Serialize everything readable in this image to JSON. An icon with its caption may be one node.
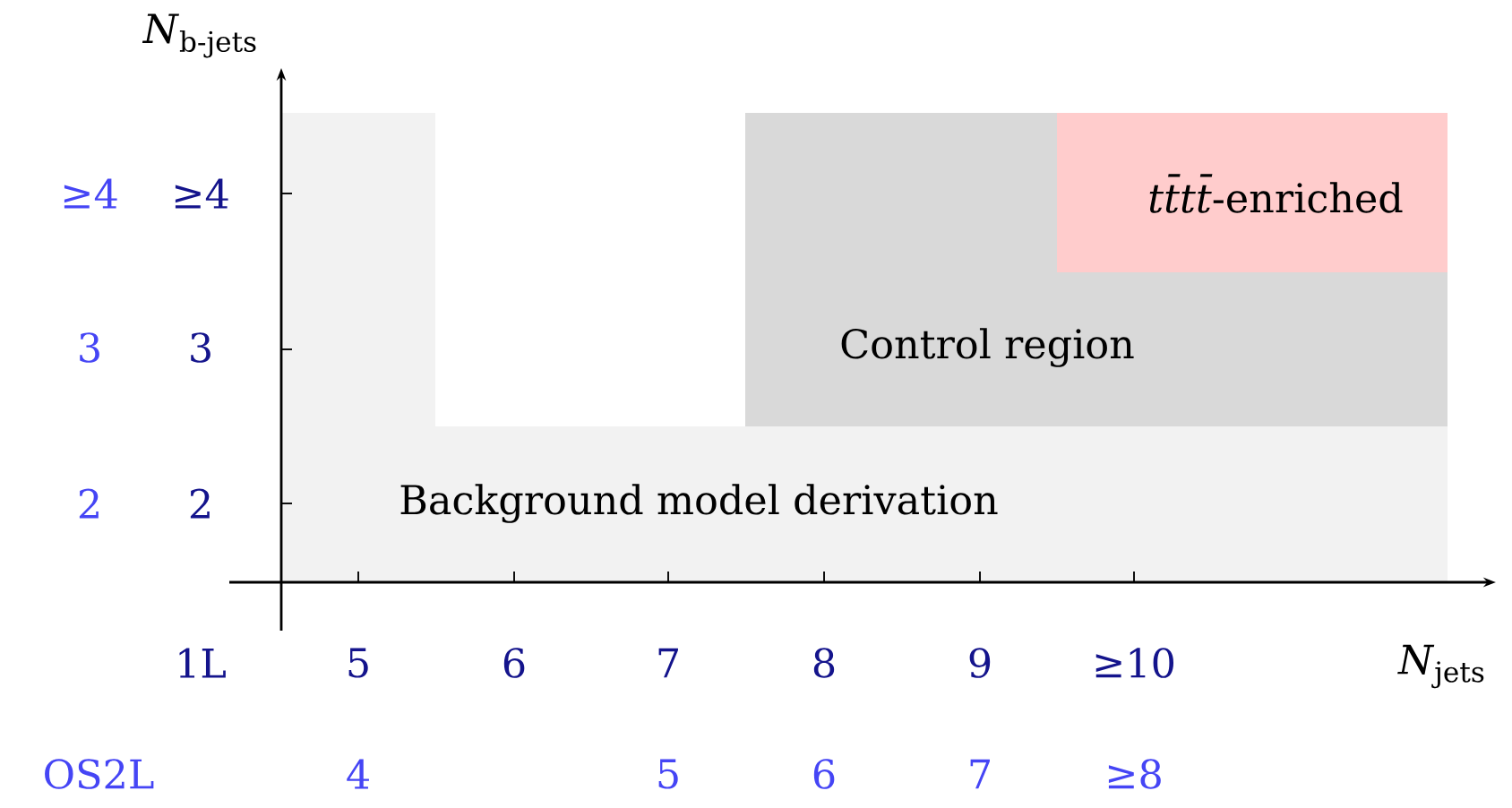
{
  "diagram": {
    "nodes": [
      {
        "text": [
          "Background model derivation"
        ]
      },
      {
        "text": [
          "Control region"
        ]
      },
      {
        "text": [
          "*tt̄tt̄*-enriched"
        ],
        "in": 1
      }
    ],
    "labels": [
      "*N*$_{b-jets}$",
      "≥4",
      "≥4",
      "3",
      "3",
      "2",
      "2",
      "1L",
      "5",
      "6",
      "7",
      "8",
      "9",
      "≥10",
      "*N*$_{jets}$",
      "OS2L",
      "4",
      "5",
      "6",
      "7",
      "≥8"
    ]
  }
}
